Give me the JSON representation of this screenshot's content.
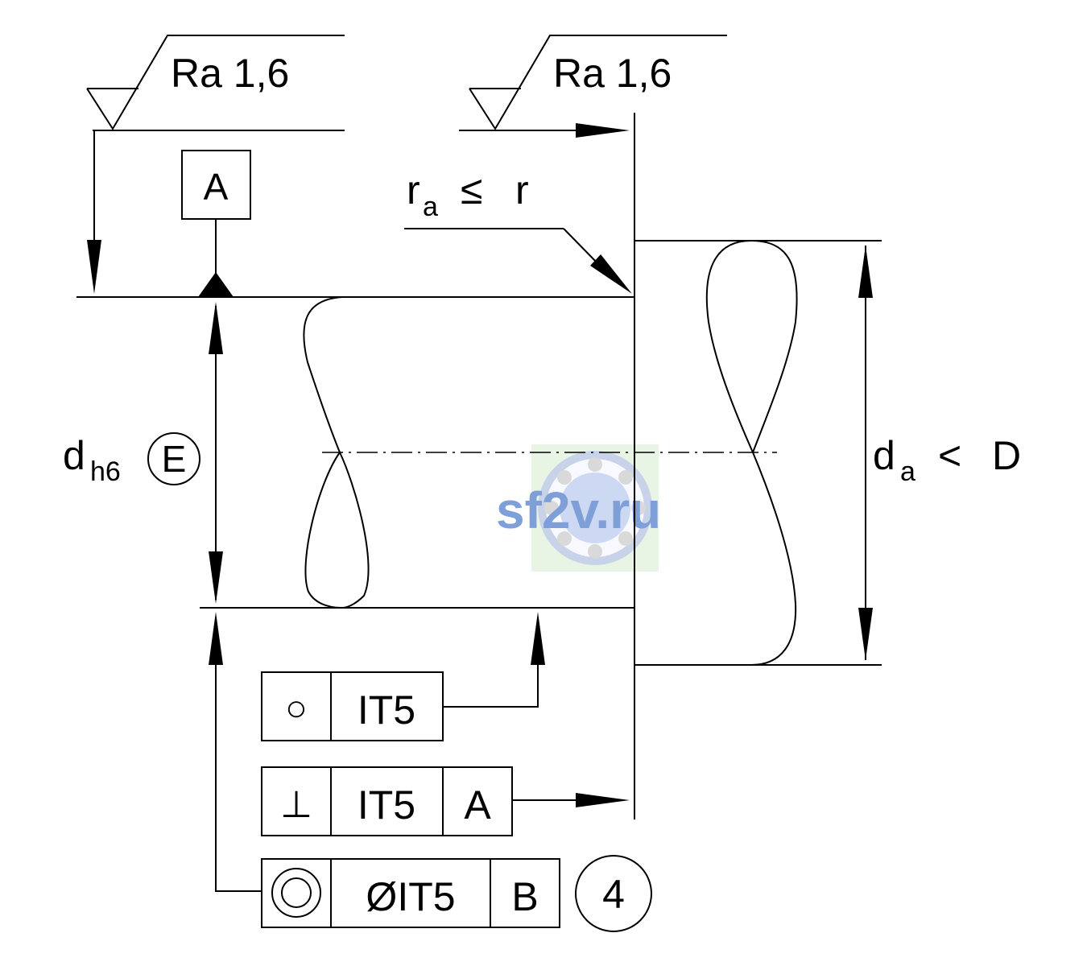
{
  "roughness": {
    "left_label": "Ra 1,6",
    "right_label": "Ra 1,6"
  },
  "datum_a": {
    "label": "A"
  },
  "fillet_note": {
    "r_main": "r",
    "r_sub": "a",
    "relation": "≤",
    "r_right": "r"
  },
  "shaft_diameter": {
    "d_main": "d",
    "d_sub": "h6",
    "envelope_symbol": "E"
  },
  "shoulder_diameter": {
    "d_main": "d",
    "d_sub": "a",
    "relation": "<",
    "value": "D"
  },
  "frames": {
    "circularity": {
      "symbol": "○",
      "tolerance": "IT5"
    },
    "perpendicularity": {
      "symbol": "⊥",
      "tolerance": "IT5",
      "datum": "A"
    },
    "coaxiality": {
      "symbol": "◎",
      "tolerance": "ØIT5",
      "datum": "B"
    }
  },
  "note_marker": {
    "label": "4"
  },
  "watermark": {
    "text": "sf2v.ru"
  },
  "colors": {
    "line": "#000000",
    "watermark_text": "#7f9fd9",
    "watermark_bg": "#e8f5e4"
  }
}
